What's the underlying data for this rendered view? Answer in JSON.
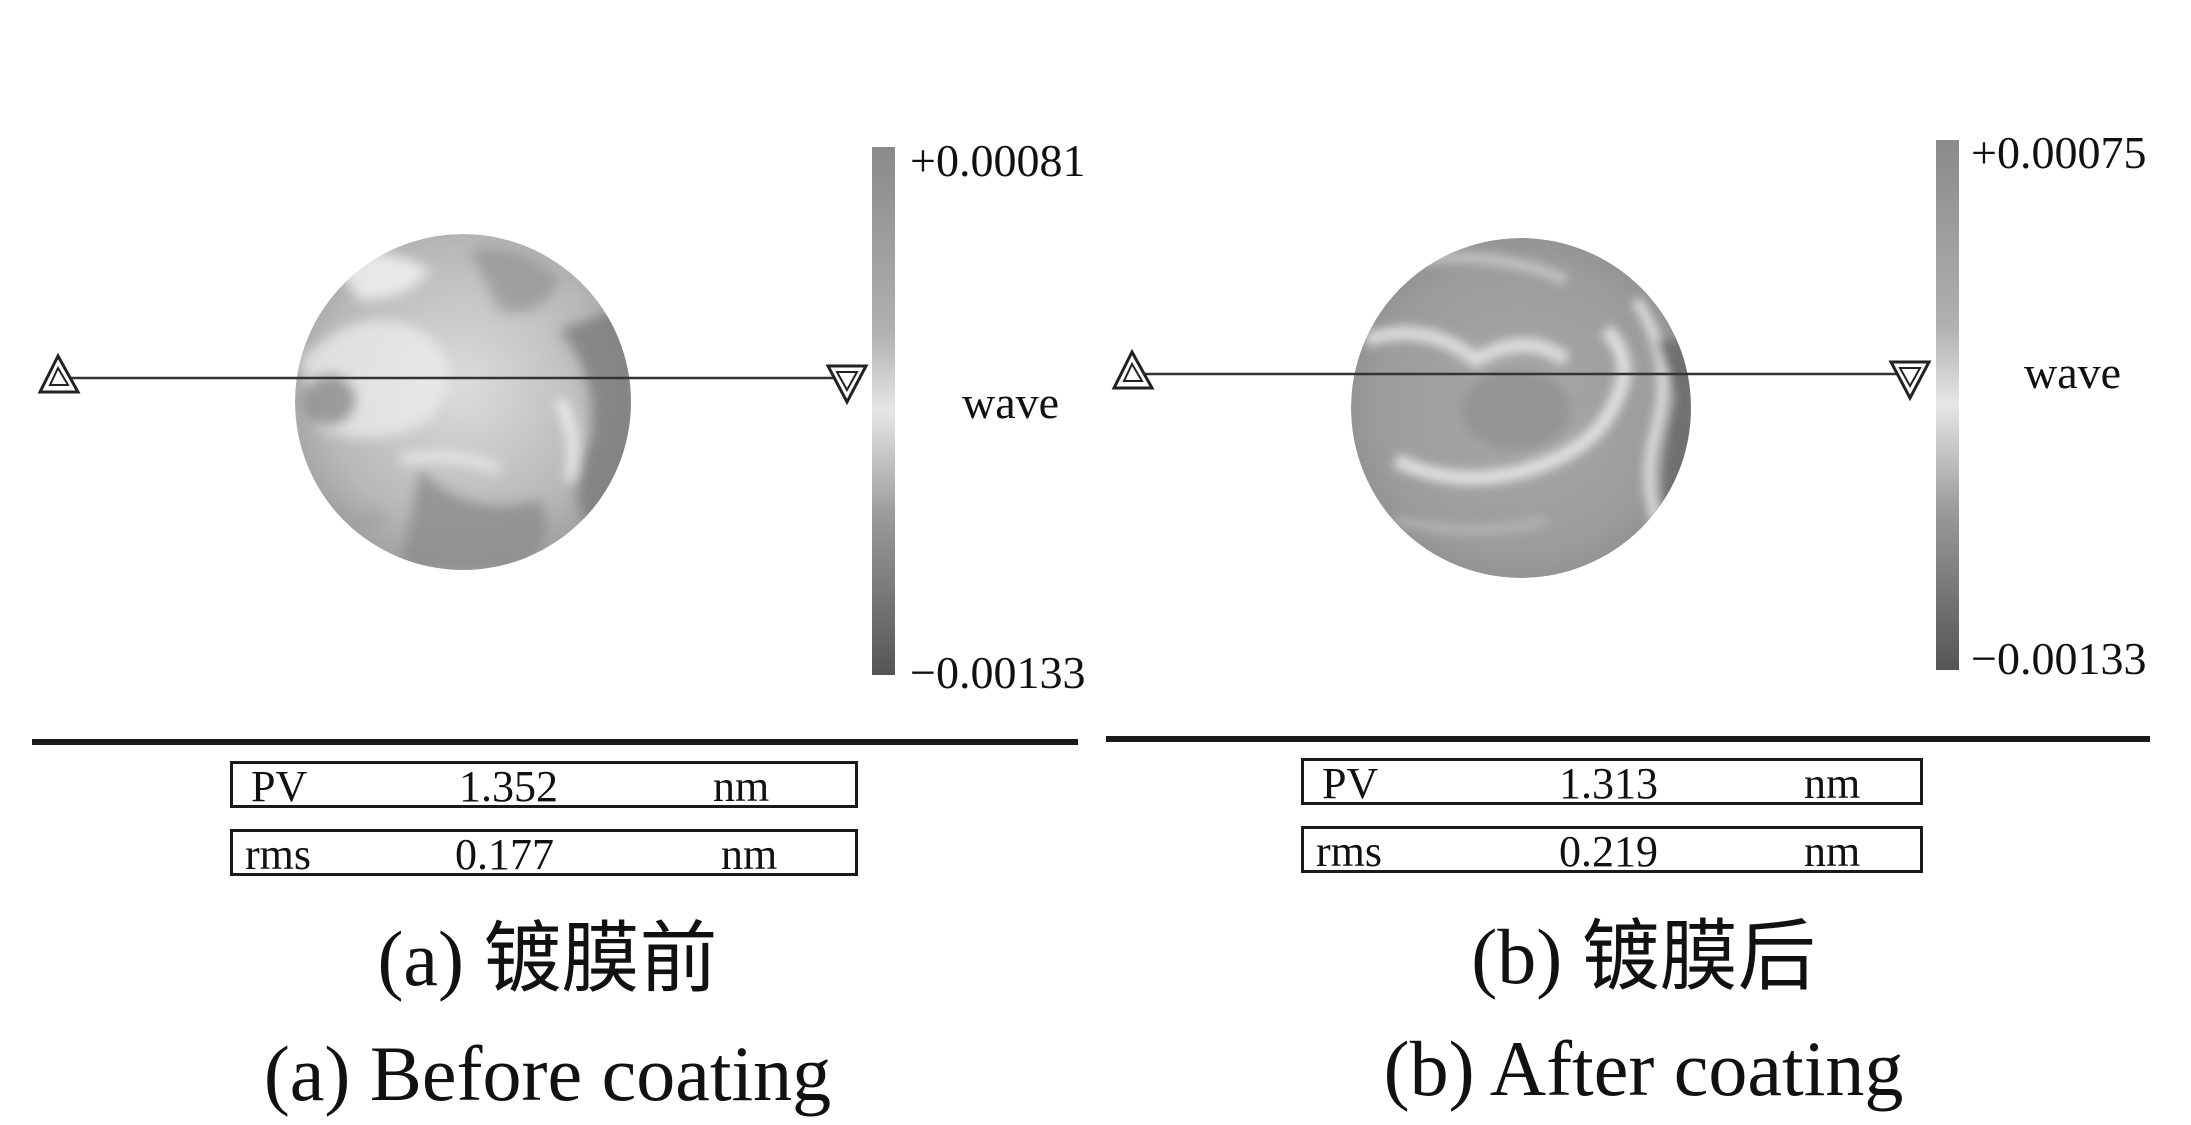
{
  "panels": [
    {
      "id": "a",
      "scale": {
        "max": "+0.00081",
        "min": "−0.00133",
        "unit": "wave"
      },
      "pv": {
        "label": "PV",
        "value": "1.352",
        "unit": "nm"
      },
      "rms": {
        "label": "rms",
        "value": "0.177",
        "unit": "nm"
      },
      "caption_cn": "(a) 镀膜前",
      "caption_en": "(a) Before coating"
    },
    {
      "id": "b",
      "scale": {
        "max": "+0.00075",
        "min": "−0.00133",
        "unit": "wave"
      },
      "pv": {
        "label": "PV",
        "value": "1.313",
        "unit": "nm"
      },
      "rms": {
        "label": "rms",
        "value": "0.219",
        "unit": "nm"
      },
      "caption_cn": "(b) 镀膜后",
      "caption_en": "(b) After coating"
    }
  ]
}
